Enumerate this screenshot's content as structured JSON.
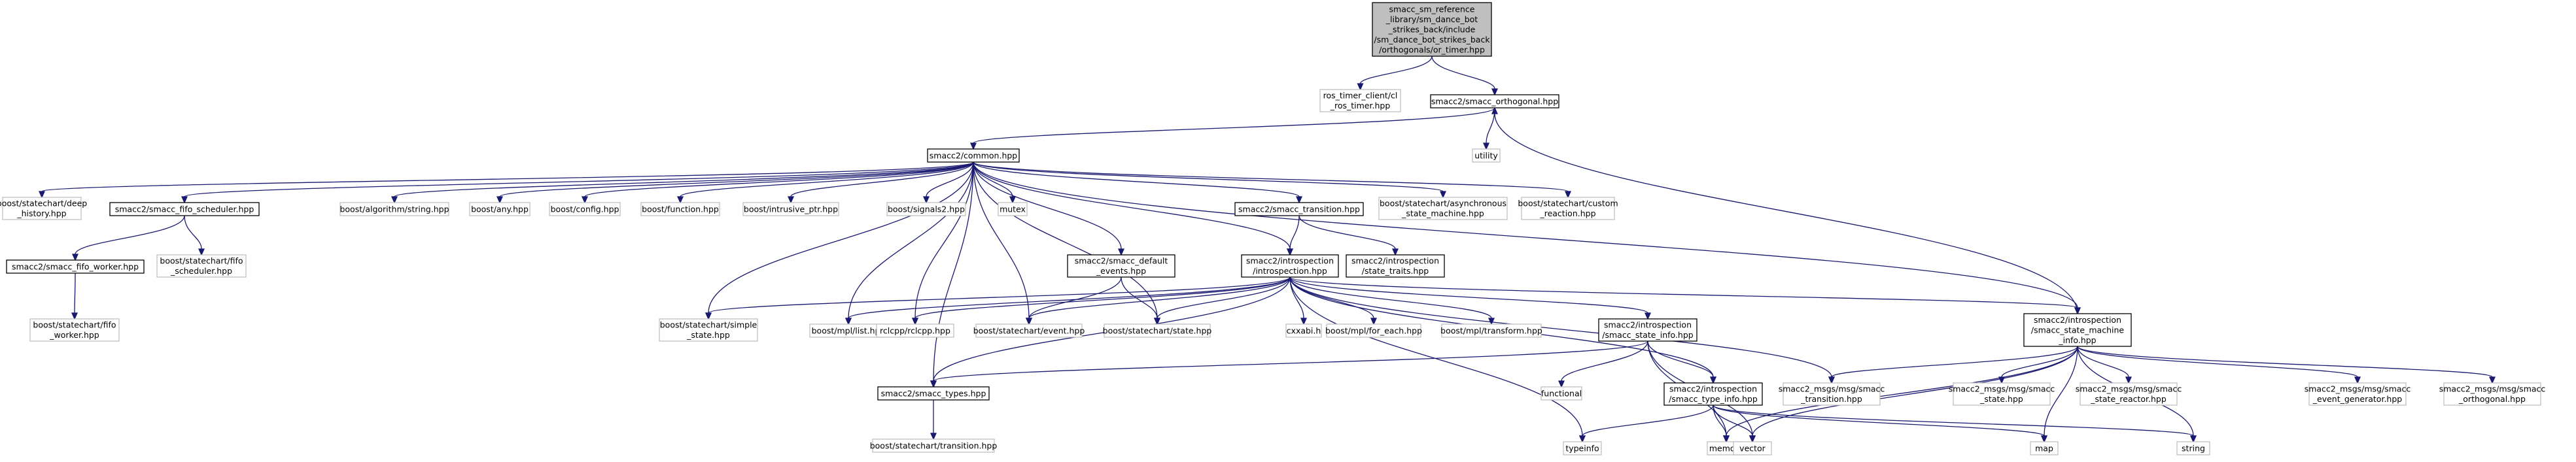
{
  "colors": {
    "edge": "#191970",
    "root_fill": "#bfbfbf",
    "root_stroke": "#000000",
    "documented_stroke": "#000000",
    "external_stroke": "#bfbfbf",
    "node_fill": "#ffffff"
  },
  "nodes": [
    {
      "id": "root",
      "kind": "root",
      "lines": [
        "smacc_sm_reference",
        "_library/sm_dance_bot",
        "_strikes_back/include",
        "/sm_dance_bot_strikes_back",
        "/orthogonals/or_timer.hpp"
      ]
    },
    {
      "id": "ros_timer",
      "kind": "external",
      "lines": [
        "ros_timer_client/cl",
        "_ros_timer.hpp"
      ]
    },
    {
      "id": "orthogonal",
      "kind": "documented",
      "lines": [
        "smacc2/smacc_orthogonal.hpp"
      ]
    },
    {
      "id": "utility",
      "kind": "external",
      "lines": [
        "utility"
      ]
    },
    {
      "id": "common",
      "kind": "documented",
      "lines": [
        "smacc2/common.hpp"
      ]
    },
    {
      "id": "deep_history",
      "kind": "external",
      "lines": [
        "boost/statechart/deep",
        "_history.hpp"
      ]
    },
    {
      "id": "fifo_scheduler",
      "kind": "documented",
      "lines": [
        "smacc2/smacc_fifo_scheduler.hpp"
      ]
    },
    {
      "id": "algo_string",
      "kind": "external",
      "lines": [
        "boost/algorithm/string.hpp"
      ]
    },
    {
      "id": "boost_any",
      "kind": "external",
      "lines": [
        "boost/any.hpp"
      ]
    },
    {
      "id": "boost_config",
      "kind": "external",
      "lines": [
        "boost/config.hpp"
      ]
    },
    {
      "id": "boost_function",
      "kind": "external",
      "lines": [
        "boost/function.hpp"
      ]
    },
    {
      "id": "intrusive_ptr",
      "kind": "external",
      "lines": [
        "boost/intrusive_ptr.hpp"
      ]
    },
    {
      "id": "signals2",
      "kind": "external",
      "lines": [
        "boost/signals2.hpp"
      ]
    },
    {
      "id": "mutex",
      "kind": "external",
      "lines": [
        "mutex"
      ]
    },
    {
      "id": "transition",
      "kind": "documented",
      "lines": [
        "smacc2/smacc_transition.hpp"
      ]
    },
    {
      "id": "async_sm",
      "kind": "external",
      "lines": [
        "boost/statechart/asynchronous",
        "_state_machine.hpp"
      ]
    },
    {
      "id": "custom_reaction",
      "kind": "external",
      "lines": [
        "boost/statechart/custom",
        "_reaction.hpp"
      ]
    },
    {
      "id": "fifo_worker",
      "kind": "documented",
      "lines": [
        "smacc2/smacc_fifo_worker.hpp"
      ]
    },
    {
      "id": "sc_fifo_scheduler",
      "kind": "external",
      "lines": [
        "boost/statechart/fifo",
        "_scheduler.hpp"
      ]
    },
    {
      "id": "sc_fifo_worker",
      "kind": "external",
      "lines": [
        "boost/statechart/fifo",
        "_worker.hpp"
      ]
    },
    {
      "id": "default_events",
      "kind": "documented",
      "lines": [
        "smacc2/smacc_default",
        "_events.hpp"
      ]
    },
    {
      "id": "introspection",
      "kind": "documented",
      "lines": [
        "smacc2/introspection",
        "/introspection.hpp"
      ]
    },
    {
      "id": "state_traits",
      "kind": "documented",
      "lines": [
        "smacc2/introspection",
        "/state_traits.hpp"
      ]
    },
    {
      "id": "simple_state",
      "kind": "external",
      "lines": [
        "boost/statechart/simple",
        "_state.hpp"
      ]
    },
    {
      "id": "mpl_list",
      "kind": "external",
      "lines": [
        "boost/mpl/list.hpp"
      ]
    },
    {
      "id": "rclcpp",
      "kind": "external",
      "lines": [
        "rclcpp/rclcpp.hpp"
      ]
    },
    {
      "id": "sc_event",
      "kind": "external",
      "lines": [
        "boost/statechart/event.hpp"
      ]
    },
    {
      "id": "sc_state",
      "kind": "external",
      "lines": [
        "boost/statechart/state.hpp"
      ]
    },
    {
      "id": "cxxabi",
      "kind": "external",
      "lines": [
        "cxxabi.h"
      ]
    },
    {
      "id": "mpl_for_each",
      "kind": "external",
      "lines": [
        "boost/mpl/for_each.hpp"
      ]
    },
    {
      "id": "mpl_transform",
      "kind": "external",
      "lines": [
        "boost/mpl/transform.hpp"
      ]
    },
    {
      "id": "state_info",
      "kind": "documented",
      "lines": [
        "smacc2/introspection",
        "/smacc_state_info.hpp"
      ]
    },
    {
      "id": "sm_info",
      "kind": "documented",
      "lines": [
        "smacc2/introspection",
        "/smacc_state_machine",
        "_info.hpp"
      ]
    },
    {
      "id": "smacc_types",
      "kind": "documented",
      "lines": [
        "smacc2/smacc_types.hpp"
      ]
    },
    {
      "id": "functional",
      "kind": "external",
      "lines": [
        "functional"
      ]
    },
    {
      "id": "type_info",
      "kind": "documented",
      "lines": [
        "smacc2/introspection",
        "/smacc_type_info.hpp"
      ]
    },
    {
      "id": "msg_transition",
      "kind": "external",
      "lines": [
        "smacc2_msgs/msg/smacc",
        "_transition.hpp"
      ]
    },
    {
      "id": "msg_state",
      "kind": "external",
      "lines": [
        "smacc2_msgs/msg/smacc",
        "_state.hpp"
      ]
    },
    {
      "id": "msg_state_reactor",
      "kind": "external",
      "lines": [
        "smacc2_msgs/msg/smacc",
        "_state_reactor.hpp"
      ]
    },
    {
      "id": "msg_event_generator",
      "kind": "external",
      "lines": [
        "smacc2_msgs/msg/smacc",
        "_event_generator.hpp"
      ]
    },
    {
      "id": "msg_orthogonal",
      "kind": "external",
      "lines": [
        "smacc2_msgs/msg/smacc",
        "_orthogonal.hpp"
      ]
    },
    {
      "id": "sc_transition",
      "kind": "external",
      "lines": [
        "boost/statechart/transition.hpp"
      ]
    },
    {
      "id": "typeinfo",
      "kind": "external",
      "lines": [
        "typeinfo"
      ]
    },
    {
      "id": "memory",
      "kind": "external",
      "lines": [
        "memory"
      ]
    },
    {
      "id": "vector",
      "kind": "external",
      "lines": [
        "vector"
      ]
    },
    {
      "id": "map",
      "kind": "external",
      "lines": [
        "map"
      ]
    },
    {
      "id": "string",
      "kind": "external",
      "lines": [
        "string"
      ]
    }
  ],
  "edges": [
    [
      "root",
      "ros_timer"
    ],
    [
      "root",
      "orthogonal"
    ],
    [
      "orthogonal",
      "common"
    ],
    [
      "orthogonal",
      "utility"
    ],
    [
      "common",
      "deep_history"
    ],
    [
      "common",
      "fifo_scheduler"
    ],
    [
      "common",
      "algo_string"
    ],
    [
      "common",
      "boost_any"
    ],
    [
      "common",
      "boost_config"
    ],
    [
      "common",
      "boost_function"
    ],
    [
      "common",
      "intrusive_ptr"
    ],
    [
      "common",
      "signals2"
    ],
    [
      "common",
      "mutex"
    ],
    [
      "common",
      "transition"
    ],
    [
      "common",
      "async_sm"
    ],
    [
      "common",
      "custom_reaction"
    ],
    [
      "common",
      "default_events"
    ],
    [
      "common",
      "introspection"
    ],
    [
      "common",
      "simple_state"
    ],
    [
      "common",
      "mpl_list"
    ],
    [
      "common",
      "rclcpp"
    ],
    [
      "common",
      "sc_event"
    ],
    [
      "common",
      "sc_state"
    ],
    [
      "common",
      "smacc_types"
    ],
    [
      "common",
      "sm_info"
    ],
    [
      "fifo_scheduler",
      "fifo_worker"
    ],
    [
      "fifo_scheduler",
      "sc_fifo_scheduler"
    ],
    [
      "fifo_worker",
      "sc_fifo_worker"
    ],
    [
      "transition",
      "introspection"
    ],
    [
      "transition",
      "state_traits"
    ],
    [
      "default_events",
      "sc_event"
    ],
    [
      "default_events",
      "sc_state"
    ],
    [
      "introspection",
      "simple_state"
    ],
    [
      "introspection",
      "mpl_list"
    ],
    [
      "introspection",
      "rclcpp"
    ],
    [
      "introspection",
      "sc_event"
    ],
    [
      "introspection",
      "sc_state"
    ],
    [
      "introspection",
      "cxxabi"
    ],
    [
      "introspection",
      "mpl_for_each"
    ],
    [
      "introspection",
      "mpl_transform"
    ],
    [
      "introspection",
      "state_info"
    ],
    [
      "introspection",
      "sm_info"
    ],
    [
      "introspection",
      "smacc_types"
    ],
    [
      "introspection",
      "type_info"
    ],
    [
      "introspection",
      "typeinfo"
    ],
    [
      "introspection",
      "msg_transition"
    ],
    [
      "introspection",
      "smacc_types"
    ],
    [
      "state_info",
      "smacc_types"
    ],
    [
      "state_info",
      "functional"
    ],
    [
      "state_info",
      "type_info"
    ],
    [
      "state_info",
      "memory"
    ],
    [
      "state_info",
      "vector"
    ],
    [
      "type_info",
      "typeinfo"
    ],
    [
      "type_info",
      "memory"
    ],
    [
      "type_info",
      "vector"
    ],
    [
      "type_info",
      "map"
    ],
    [
      "type_info",
      "string"
    ],
    [
      "sm_info",
      "orthogonal"
    ],
    [
      "sm_info",
      "msg_transition"
    ],
    [
      "sm_info",
      "msg_state"
    ],
    [
      "sm_info",
      "msg_state_reactor"
    ],
    [
      "sm_info",
      "msg_event_generator"
    ],
    [
      "sm_info",
      "msg_orthogonal"
    ],
    [
      "sm_info",
      "memory"
    ],
    [
      "sm_info",
      "vector"
    ],
    [
      "sm_info",
      "map"
    ],
    [
      "sm_info",
      "string"
    ],
    [
      "smacc_types",
      "sc_transition"
    ]
  ]
}
